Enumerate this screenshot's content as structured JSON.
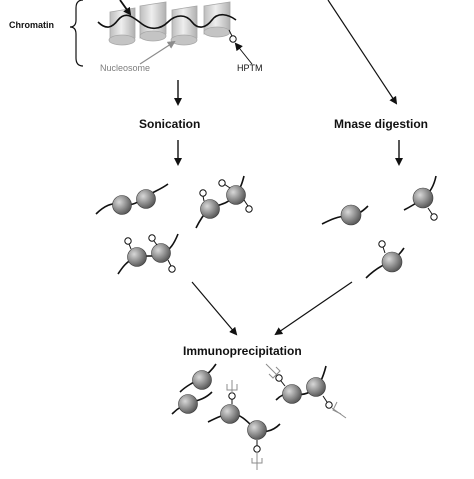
{
  "labels": {
    "chromatin": "Chromatin",
    "nucleosome": "Nucleosome",
    "hptm": "HPTM",
    "sonication": "Sonication",
    "mnase": "Mnase digestion",
    "immuno": "Immunoprecipitation"
  },
  "icons": {
    "bead": "nucleosome-bead",
    "mark": "hptm-circle",
    "antibody": "antibody-y"
  },
  "colors": {
    "bead": "#8a8a8a",
    "cylinder": "#cfcfcf",
    "line": "#111111",
    "grey_text": "#7d7d7d"
  }
}
